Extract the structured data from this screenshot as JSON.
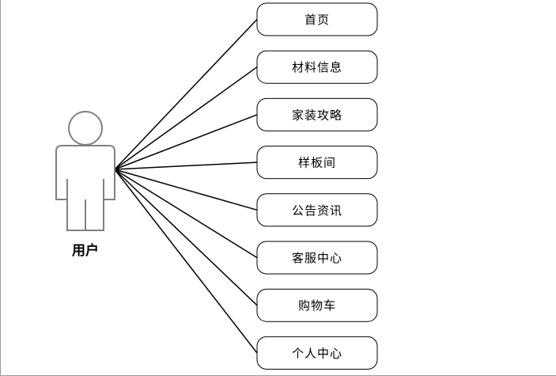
{
  "actor": {
    "label": "用户"
  },
  "use_cases": [
    {
      "label": "首页"
    },
    {
      "label": "材料信息"
    },
    {
      "label": "家装攻略"
    },
    {
      "label": "样板间"
    },
    {
      "label": "公告资讯"
    },
    {
      "label": "客服中心"
    },
    {
      "label": "购物车"
    },
    {
      "label": "个人中心"
    }
  ]
}
